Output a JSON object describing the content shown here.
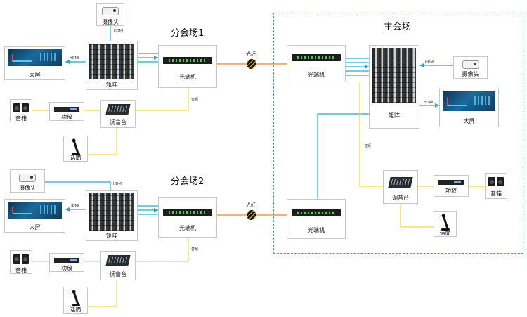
{
  "colors": {
    "signal_blue": "#2aa7c9",
    "audio_yellow": "#f2d44a",
    "fiber_orange": "#d98d3a",
    "dashed_border": "#2aa7c9"
  },
  "labels": {
    "camera": "摄像头",
    "screen": "大屏",
    "matrix": "矩阵",
    "optical_terminal": "光端机",
    "speaker": "音箱",
    "amplifier": "功放",
    "mixer": "调音台",
    "microphone": "话筒"
  },
  "edge_labels": {
    "hdmi": "HDMI",
    "fiber": "光纤",
    "audio": "音频"
  },
  "sites": {
    "branch1": {
      "title": "分会场1"
    },
    "branch2": {
      "title": "分会场2"
    },
    "main": {
      "title": "主会场"
    }
  },
  "icons": {
    "camera": "camera-icon",
    "screen": "display-icon",
    "matrix": "matrix-switcher-icon",
    "optical": "optical-transceiver-icon",
    "speaker": "speaker-icon",
    "amplifier": "amplifier-icon",
    "mixer": "mixer-icon",
    "microphone": "microphone-icon",
    "fiber": "fiber-connector-icon"
  }
}
